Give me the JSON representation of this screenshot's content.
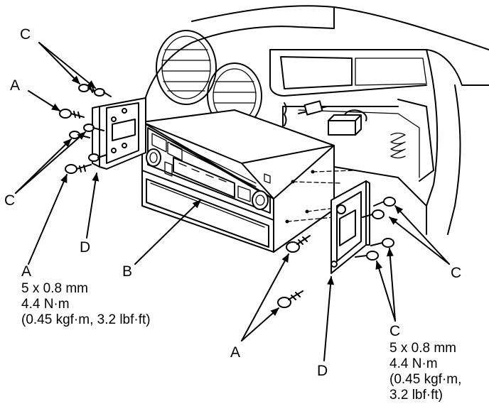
{
  "labels": {
    "c_top_left": "C",
    "a_left": "A",
    "c_left": "C",
    "d_left": "D",
    "a_bottom_left": "A",
    "b": "B",
    "c_right": "C",
    "a_bottom": "A",
    "d_bottom": "D",
    "c_bottom_right": "C"
  },
  "specs": {
    "left": {
      "size": "5 x 0.8 mm",
      "torque": "4.4 N·m",
      "alt": "(0.45 kgf·m, 3.2 lbf·ft)"
    },
    "right": {
      "size": "5 x 0.8 mm",
      "torque": "4.4 N·m",
      "alt1": "(0.45 kgf·m,",
      "alt2": "3.2 lbf·ft)"
    }
  }
}
